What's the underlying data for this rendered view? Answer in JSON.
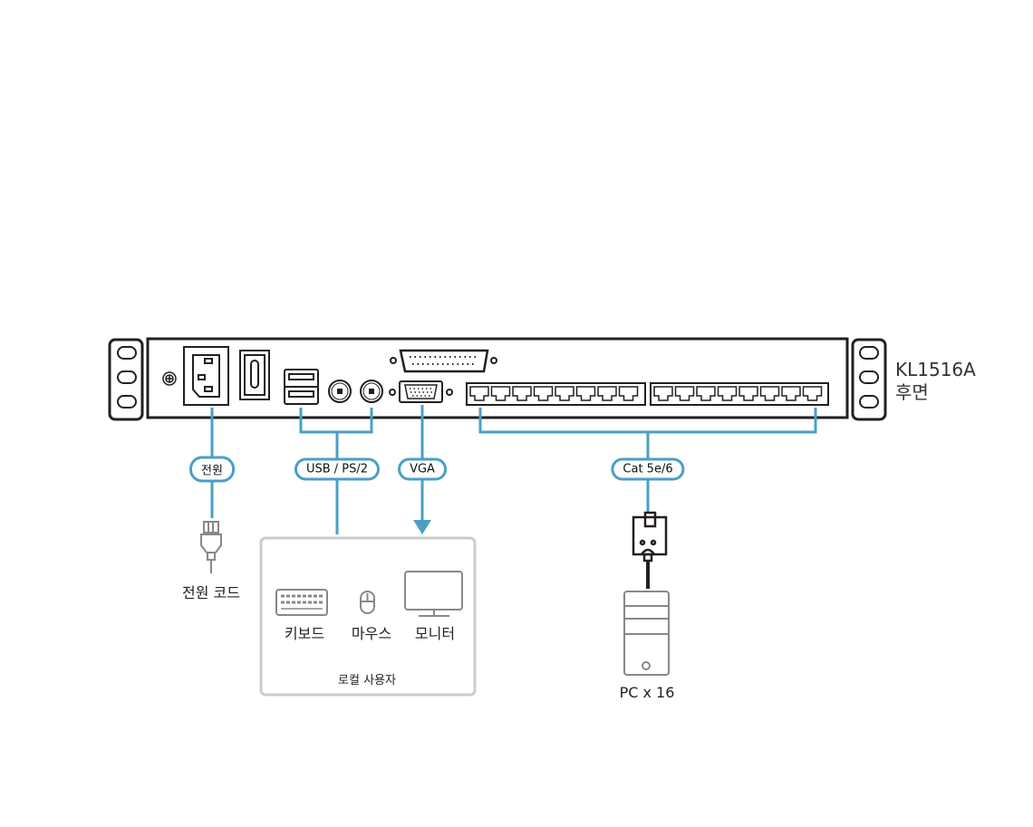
{
  "device": {
    "model": "KL1516A",
    "view": "후면"
  },
  "connections": {
    "power": "전원",
    "usb_ps2": "USB / PS/2",
    "vga": "VGA",
    "cat": "Cat 5e/6"
  },
  "endpoints": {
    "power_cord": "전원 코드",
    "keyboard": "키보드",
    "mouse": "마우스",
    "monitor": "모니터",
    "local_user": "로컬 사용자",
    "pcs": "PC x 16"
  },
  "colors": {
    "line": "#4a9fc7",
    "device": "#231f20",
    "peripheral": "#888888",
    "box": "#cccccc"
  }
}
